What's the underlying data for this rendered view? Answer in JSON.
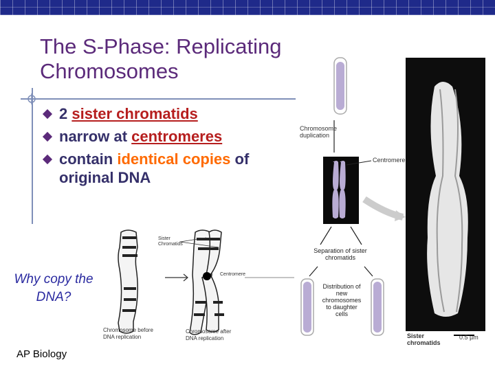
{
  "slide": {
    "title": "The S-Phase: Replicating Chromosomes",
    "footer": "AP Biology",
    "question": "Why copy the DNA?"
  },
  "bullets": [
    {
      "segments": [
        {
          "text": "2 ",
          "style": "plain"
        },
        {
          "text": "sister chromatids",
          "style": "underline-red"
        }
      ]
    },
    {
      "segments": [
        {
          "text": "narrow at ",
          "style": "plain"
        },
        {
          "text": "centromeres",
          "style": "underline-red"
        }
      ]
    },
    {
      "segments": [
        {
          "text": "contain ",
          "style": "plain"
        },
        {
          "text": "identical",
          "style": "orange"
        },
        {
          "text": " copies",
          "style": "orange"
        },
        {
          "text": " of original DNA",
          "style": "plain"
        }
      ]
    }
  ],
  "figure": {
    "labels": {
      "chromosome_duplication": "Chromosome duplication",
      "centromere": "Centromere",
      "separation": "Separation of sister chromatids",
      "distribution": "Distribution of new chromosomes to daughter cells",
      "sister_chromatids_photo": "Sister chromatids",
      "scale": "0.5 µm",
      "sister_chromatids_small": "Sister Chromatids",
      "centromere_small": "Centromere",
      "before": "Chromosome before DNA replication",
      "after": "Chromosome after DNA replication"
    }
  },
  "colors": {
    "title": "#5b2a7a",
    "bullet_text": "#35306a",
    "underline": "#b61e1e",
    "highlight": "#ff6a00",
    "question": "#2a2aa0",
    "topbar": "#1f2a8a"
  }
}
